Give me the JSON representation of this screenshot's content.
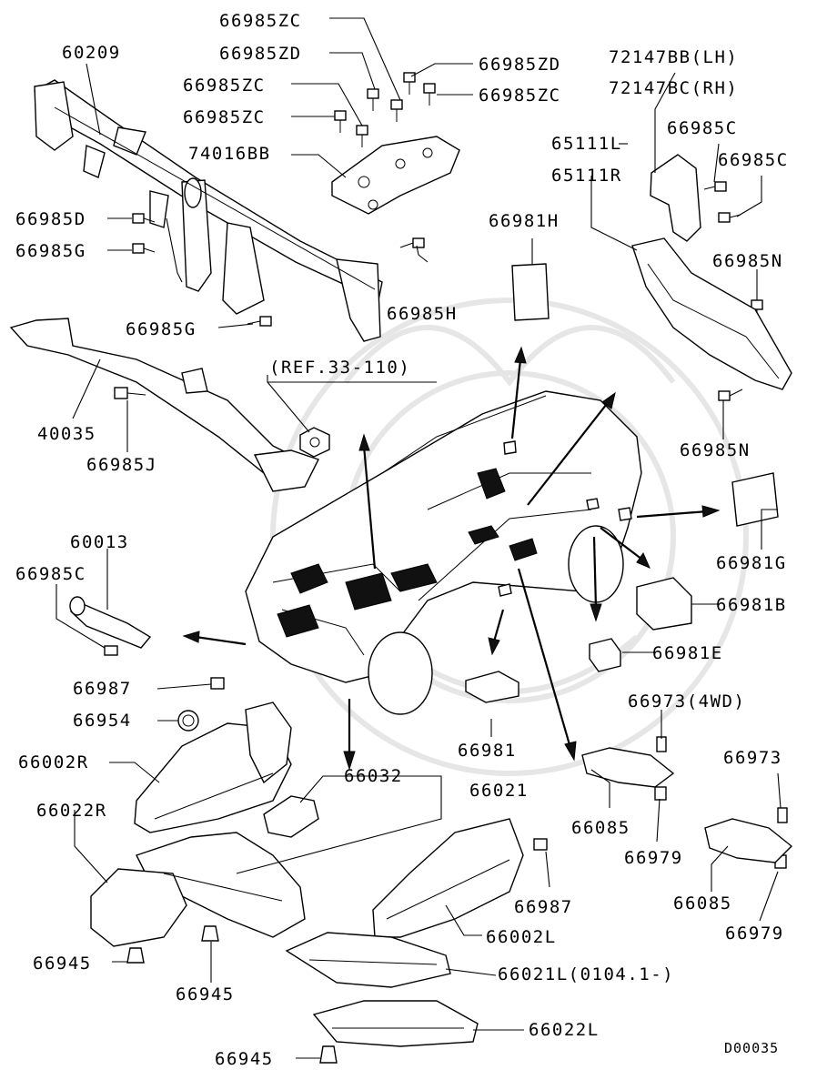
{
  "labels": {
    "p60209": "60209",
    "p66985zc_top": "66985ZC",
    "p66985zd_a": "66985ZD",
    "p66985zd_b": "66985ZD",
    "p66985zc_right": "66985ZC",
    "p66985zc_mid": "66985ZC",
    "p66985zc_left": "66985ZC",
    "p74016bb": "74016BB",
    "p72147bb": "72147BB(LH)",
    "p72147bc": "72147BC(RH)",
    "p66985c_a": "66985C",
    "p65111l": "65111L",
    "p66985c_b": "66985C",
    "p65111r": "65111R",
    "p66985d": "66985D",
    "p66985g_a": "66985G",
    "p66981h": "66981H",
    "p66985n_top": "66985N",
    "p66985h": "66985H",
    "p66985g_b": "66985G",
    "ref": "(REF.33-110)",
    "p40035": "40035",
    "p66985j": "66985J",
    "p66985n_bottom": "66985N",
    "p60013": "60013",
    "p66981g": "66981G",
    "p66985c_c": "66985C",
    "p66981b": "66981B",
    "p66981e": "66981E",
    "p66987_a": "66987",
    "p66954": "66954",
    "p66973_4wd": "66973(4WD)",
    "p66002r": "66002R",
    "p66032": "66032",
    "p66021": "66021",
    "p66981": "66981",
    "p66973": "66973",
    "p66022r": "66022R",
    "p66085_a": "66085",
    "p66979_a": "66979",
    "p66987_b": "66987",
    "p66085_b": "66085",
    "p66002l": "66002L",
    "p66979_b": "66979",
    "p66945_a": "66945",
    "p66021l": "66021L(0104.1-)",
    "p66945_b": "66945",
    "p66022l": "66022L",
    "p66945_c": "66945",
    "diagram_code": "D00035"
  }
}
